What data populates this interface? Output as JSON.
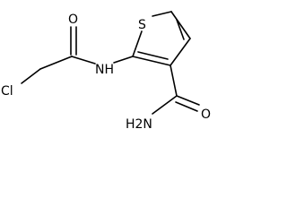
{
  "molecule": {
    "atoms": {
      "chlorine": "Cl",
      "amide_oxygen": "O",
      "amide_nitrogen": "NH",
      "sulfur": "S",
      "carboxamide_oxygen": "O",
      "carboxamide_nitrogen": "H2N"
    }
  }
}
